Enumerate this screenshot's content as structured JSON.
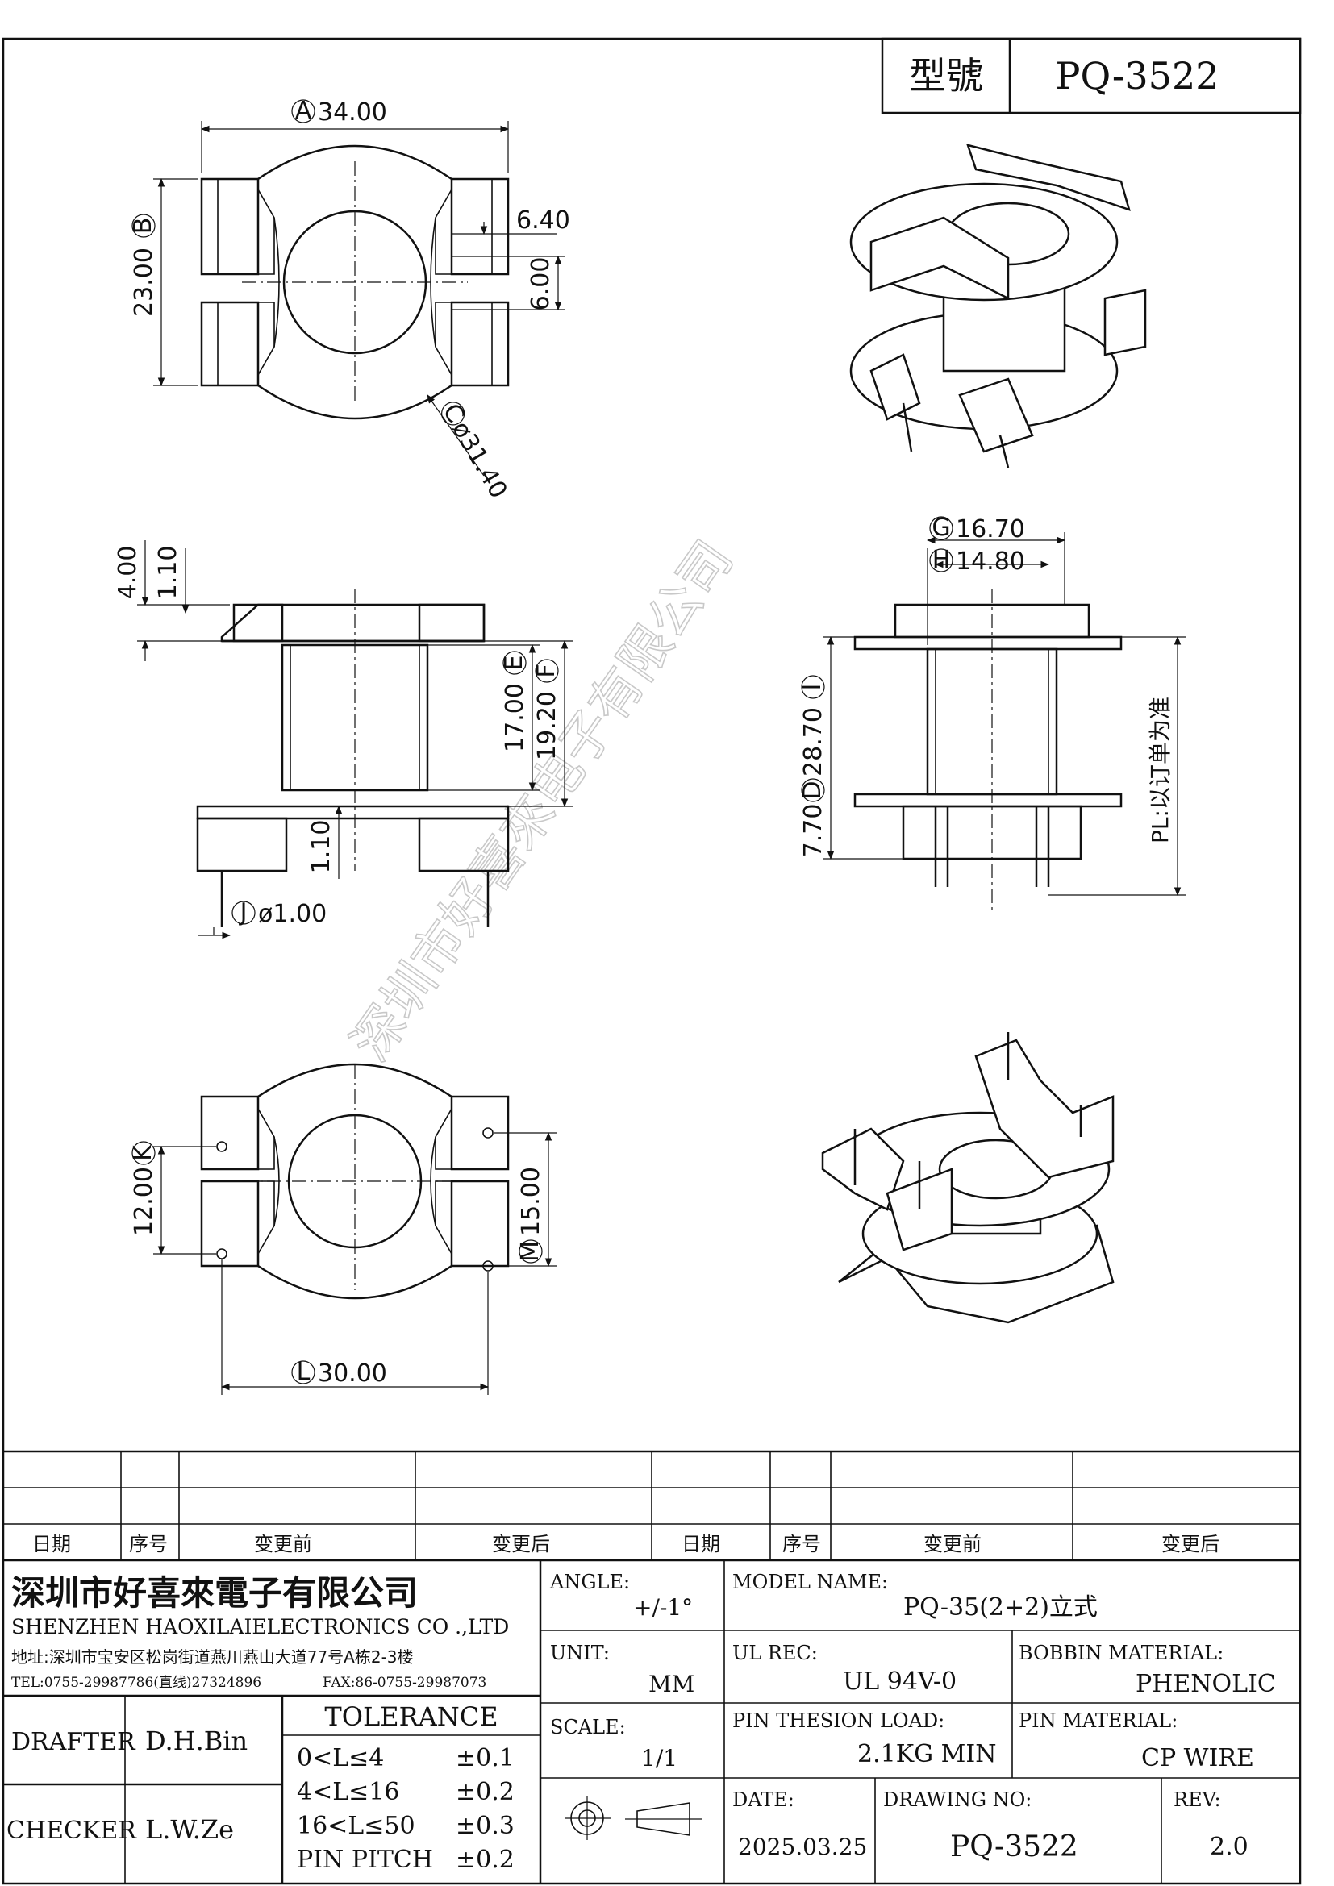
{
  "header": {
    "model_label": "型號",
    "model_value": "PQ-3522"
  },
  "watermark": "深圳市好喜來电子有限公司",
  "dimensions": {
    "a": "34.00",
    "b": "23.00",
    "c_phi": "ø31.40",
    "slot_w": "6.40",
    "slot_h": "6.00",
    "d": "4.00",
    "top_1": "1.10",
    "e": "17.00",
    "ef": "19.20",
    "bottom_1": "1.10",
    "f_pin": "ø1.00",
    "g": "16.70",
    "h": "14.80",
    "i": "28.70",
    "j": "7.70",
    "pl_note": "PL:以订单为准",
    "k": "12.00",
    "l": "30.00",
    "m": "15.00"
  },
  "markers": {
    "a": "A",
    "b": "B",
    "c": "C",
    "d": "D",
    "e": "E",
    "f": "F",
    "g": "G",
    "h": "H",
    "i": "I",
    "j": "J",
    "k": "K",
    "l": "L",
    "m": "M"
  },
  "revision_table": {
    "headers": [
      "日期",
      "序号",
      "变更前",
      "变更后",
      "日期",
      "序号",
      "变更前",
      "变更后"
    ]
  },
  "company": {
    "name_cn": "深圳市好喜來電子有限公司",
    "name_en": "SHENZHEN HAOXILAIELECTRONICS CO .,LTD",
    "address": "地址:深圳市宝安区松岗街道燕川燕山大道77号A栋2-3楼",
    "tel": "TEL:0755-29987786(直线)27324896",
    "fax": "FAX:86-0755-29987073"
  },
  "people": {
    "drafter_label": "DRAFTER",
    "drafter": "D.H.Bin",
    "checker_label": "CHECKER",
    "checker": "L.W.Ze"
  },
  "tolerance": {
    "title": "TOLERANCE",
    "rows": [
      {
        "range": "0<L≤4",
        "value": "±0.1"
      },
      {
        "range": "4<L≤16",
        "value": "±0.2"
      },
      {
        "range": "16<L≤50",
        "value": "±0.3"
      },
      {
        "range": "PIN PITCH",
        "value": "±0.2"
      }
    ]
  },
  "spec": {
    "angle_label": "ANGLE:",
    "angle": "+/-1°",
    "unit_label": "UNIT:",
    "unit": "MM",
    "scale_label": "SCALE:",
    "scale": "1/1",
    "model_name_label": "MODEL NAME:",
    "model_name": "PQ-35(2+2)立式",
    "ul_rec_label": "UL REC:",
    "ul_rec": "UL  94V-0",
    "bobbin_material_label": "BOBBIN MATERIAL:",
    "bobbin_material": "PHENOLIC",
    "pin_load_label": "PIN THESION LOAD:",
    "pin_load": "2.1KG MIN",
    "pin_material_label": "PIN MATERIAL:",
    "pin_material": "CP  WIRE",
    "date_label": "DATE:",
    "date": "2025.03.25",
    "drawing_no_label": "DRAWING NO:",
    "drawing_no": "PQ-3522",
    "rev_label": "REV:",
    "rev": "2.0"
  }
}
